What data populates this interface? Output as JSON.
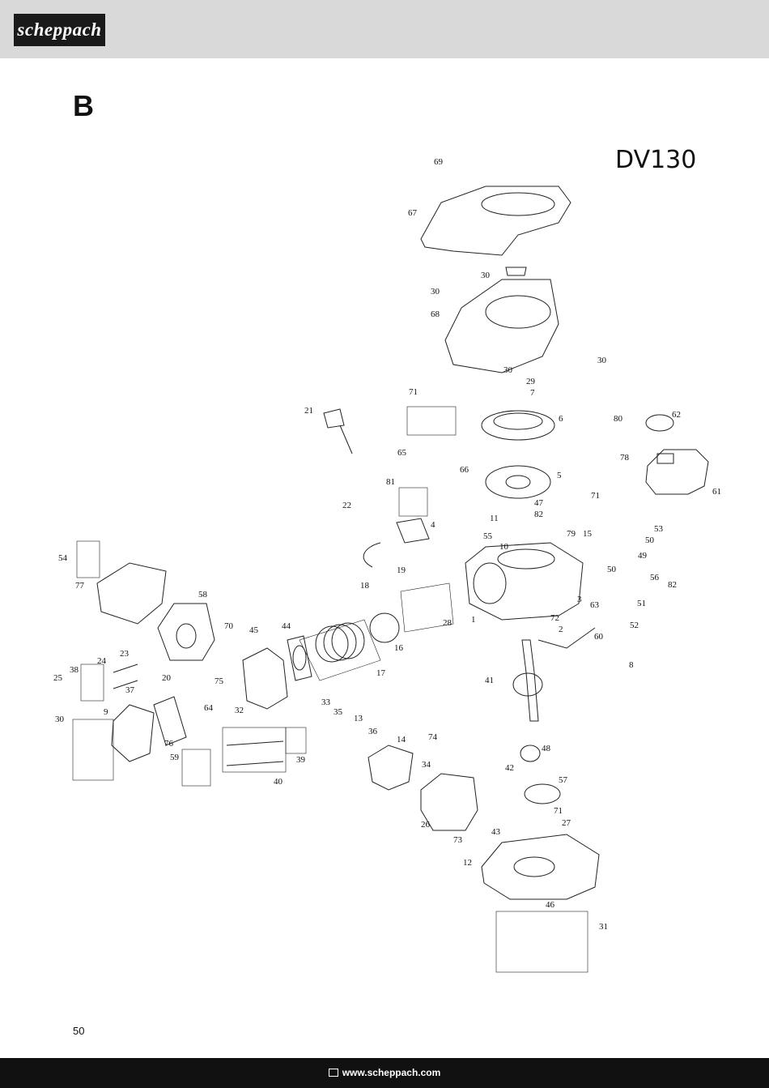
{
  "header": {
    "logo_text": "scheppach"
  },
  "section_letter": "B",
  "model": "DV130",
  "part_numbers": [
    "69",
    "67",
    "30",
    "30",
    "68",
    "30",
    "30",
    "29",
    "7",
    "6",
    "80",
    "62",
    "21",
    "71",
    "65",
    "66",
    "5",
    "78",
    "61",
    "81",
    "71",
    "22",
    "47",
    "82",
    "11",
    "4",
    "55",
    "10",
    "79",
    "15",
    "53",
    "50",
    "49",
    "54",
    "77",
    "19",
    "18",
    "50",
    "28",
    "56",
    "82",
    "1",
    "3",
    "63",
    "2",
    "72",
    "51",
    "52",
    "58",
    "70",
    "45",
    "44",
    "16",
    "60",
    "24",
    "23",
    "38",
    "17",
    "20",
    "8",
    "25",
    "37",
    "41",
    "75",
    "9",
    "33",
    "35",
    "30",
    "32",
    "64",
    "13",
    "76",
    "36",
    "14",
    "74",
    "48",
    "59",
    "39",
    "40",
    "34",
    "42",
    "57",
    "26",
    "71",
    "27",
    "73",
    "43",
    "12",
    "46",
    "31"
  ],
  "page_number": "50",
  "footer": {
    "url": "www.scheppach.com"
  }
}
